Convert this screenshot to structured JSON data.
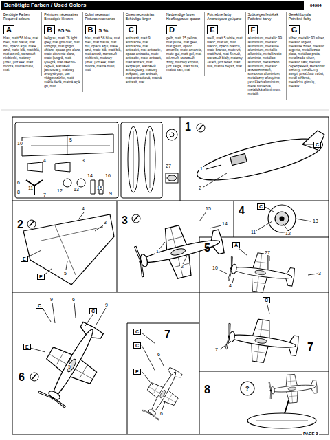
{
  "diagram": {
    "title": "Benötigte Farben / Used Colors",
    "nodes": [
      {
        "text": [
          "Benötigte Farben Required colours",
          "A",
          "blau, matt 56 blue, mat bleu, mat blauw, mat blu, opaco azul, mate azul, mate blå, matt blå, mat синий, матовый niebieski, matowy μπλε, ματ kék, matt modrá, matná mavi, mat"
        ]
      },
      {
        "text": [
          "Peintures nécessaires Benodigde kleuren",
          "B",
          "95 %",
          "hellgrau, matt 76 light grey, mat gris clair, mat lichtgrijs, mat grigio chiaro, opaco gris claro, mate cinzento claro, mate ljusgrå, matt lysegrå, mat светло-серый, матовый jasnoszary, matowy ανοιχτό γκρι, ματ világosszürke, matt světle šedá, matná açık gri, mat"
        ]
      },
      {
        "text": [
          "Colori necessari Pinturas necesarias",
          "B",
          "5 %",
          "blau, matt 56 blue, mat bleu, mat blauw, mat blu, opaco azul, mate azul, mate blå, matt blå, mat синий, матовый niebieski, matowy μπλε, ματ kék, matt modrá, matná mavi, mat"
        ]
      },
      {
        "text": [
          "Cores necessárias Behövliga färger",
          "C",
          "anthrazit, matt 9 anthracite, mat anthracite, mat antraciet, mat antracite, opaco antracita, mate antracite, mate antracit, matt antracit, mat антрацит, матовый antracytowy, matowy ανθρακί, ματ antracit, matt antracitová, matná antrasit, mat"
        ]
      },
      {
        "text": [
          "Nødvendige farver Необходимые краски",
          "D",
          "gelb, matt 15 yellow, mat jaune, mat geel, mat giallo, opaco amarillo, mate amarelo, mate gul, matt gul, mat жёлтый, матовый żółty, matowy κίτρινο, ματ sárga, matt žlutá, matná sarı, mat"
        ]
      },
      {
        "text": [
          "Potrzebne farby Απαιτούμενα χρώματα",
          "E",
          "weiß, matt 5 white, mat blanc, mat wit, mat bianco, opaco blanco, mate branco, mate vit, matt hvid, mat белый, матовый biały, matowy λευκό, ματ fehér, matt bílá, matná beyaz, mat"
        ]
      },
      {
        "text": [
          "Szükséges festékek Potřebné barvy",
          "F",
          "aluminium, metallic 99 aluminium, metallic aluminium, métallisé aluminium, metallic alluminio, metallizzato aluminio, metálico alumínio, metalizado aluminium, metallic алюминиевый, металлик aluminium, metaliczny αλουμίνιο, μεταλλικό alumínium, metál hliníková, metalická alüminyum, metalik"
        ]
      },
      {
        "text": [
          "Gerekli boyalar Potrebné farby",
          "G",
          "silber, metallic 90 silver, metallic argent, métallisé zilver, metallic argento, metallizzato plata, metálico prata, metalizado silver, metallic sølv, metallic серебряный, металлик srebrny, metaliczny ασημί, μεταλλικό ezüst, metál stříbrná, metalická gümüş, metalik"
        ]
      }
    ],
    "labels": [
      "04904",
      "10",
      "5",
      "4",
      "3",
      "6",
      "8",
      "11",
      "7",
      "12",
      "13",
      "14",
      "15",
      "9",
      "16",
      "27",
      "1",
      "2",
      "1",
      "C",
      "2",
      "4",
      "3",
      "5",
      "E",
      "E",
      "3",
      "15",
      "14",
      "1",
      "2",
      "4",
      "C",
      "11",
      "12",
      "13",
      "5",
      "A",
      "27",
      "10",
      "4",
      "3",
      "6",
      "C",
      "9",
      "6",
      "C",
      "9",
      "E",
      "5",
      "7",
      "C",
      "6",
      "C",
      "E",
      "6",
      "7",
      "C",
      "7",
      "8",
      "?",
      "PAGE 3"
    ]
  }
}
